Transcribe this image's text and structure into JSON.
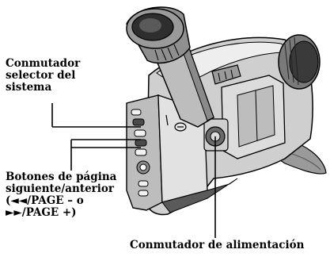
{
  "labels": {
    "system_selector": [
      "Conmutador",
      "selector del",
      "sistema"
    ],
    "page_buttons": [
      "Botones de página",
      "siguiente/anterior",
      "(◄◄/PAGE – o",
      "►►/PAGE +)"
    ],
    "power_switch": "Conmutador de alimentación"
  },
  "colors": {
    "ink": "#000000",
    "body_light": "#e6e6e6",
    "body_mid": "#a8a8a8",
    "body_dark": "#4a4a4a"
  }
}
